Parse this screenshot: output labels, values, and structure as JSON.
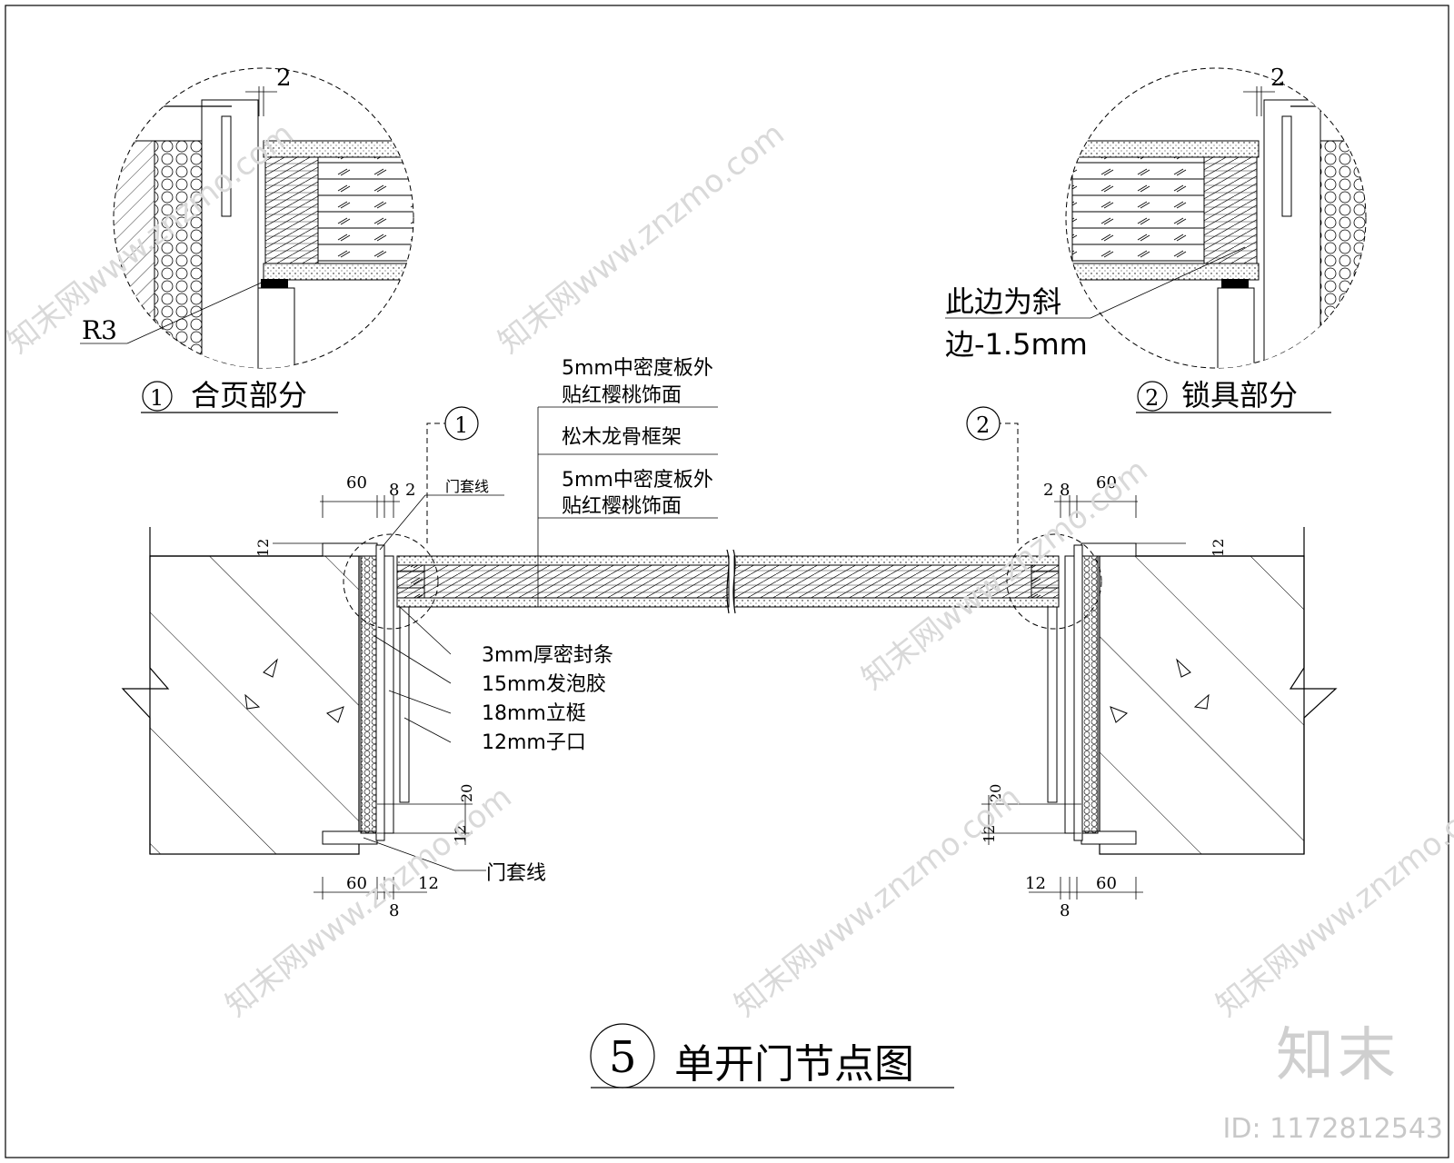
{
  "detail1": {
    "dim_gap": "2",
    "radius": "R3",
    "circle_no": "1",
    "title": "合页部分"
  },
  "detail2": {
    "dim_gap": "2",
    "bevel_line1": "此边为斜",
    "bevel_line2": "边-1.5mm",
    "circle_no": "2",
    "title": "锁具部分"
  },
  "callouts": {
    "panel_top_1": "5mm中密度板外",
    "panel_top_2": "贴红樱桃饰面",
    "frame": "松木龙骨框架",
    "panel_bot_1": "5mm中密度板外",
    "panel_bot_2": "贴红樱桃饰面",
    "casing_top": "门套线",
    "seal": "3mm厚密封条",
    "foam": "15mm发泡胶",
    "stile": "18mm立梃",
    "stop": "12mm子口",
    "casing_bottom": "门套线"
  },
  "dims_left": {
    "d60_top": "60",
    "d8": "8",
    "d2": "2",
    "d12_top": "12",
    "d20": "20",
    "d12_side": "12",
    "d60_bot": "60",
    "d8_bot": "8",
    "d12_bot": "12"
  },
  "dims_right": {
    "d2": "2",
    "d8": "8",
    "d60_top": "60",
    "d12_top": "12",
    "d20": "20",
    "d12_side": "12",
    "d12_bot": "12",
    "d60_bot": "60",
    "d8_bot": "8"
  },
  "markers": {
    "left_ref": "1",
    "right_ref": "2"
  },
  "main_title": {
    "number": "5",
    "text": "单开门节点图"
  },
  "watermark": {
    "site": "知末网www.znzmo.com",
    "logo": "知末",
    "id": "ID: 1172812543"
  }
}
